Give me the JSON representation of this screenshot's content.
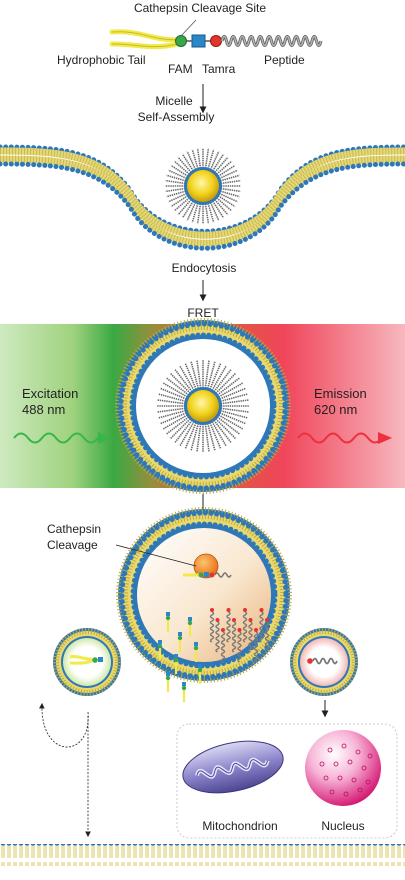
{
  "labels": {
    "cleavage_site": "Cathepsin Cleavage Site",
    "hydrophobic_tail": "Hydrophobic Tail",
    "fam": "FAM",
    "tamra": "Tamra",
    "peptide": "Peptide",
    "micelle_line1": "Micelle",
    "micelle_line2": "Self-Assembly",
    "endocytosis": "Endocytosis",
    "fret": "FRET",
    "excitation_line1": "Excitation",
    "excitation_line2": "488 nm",
    "emission_line1": "Emission",
    "emission_line2": "620 nm",
    "cathepsin_line1": "Cathepsin",
    "cathepsin_line2": "Cleavage",
    "mitochondrion": "Mitochondrion",
    "nucleus": "Nucleus"
  },
  "colors": {
    "tail_yellow": "#f2e94a",
    "fam_green": "#3aa64a",
    "tamra_red": "#e4342b",
    "linker_blue": "#2a87c8",
    "peptide_gray": "#8c8c8c",
    "head_blue": "#2f78b8",
    "lipid_tail": "#e8dc7a",
    "core_yellow": "#f3d51f",
    "excitation_green": "#39b54a",
    "emission_red": "#ee2f3c",
    "enzyme_orange": "#f28a1e",
    "mito_purple": "#8c86c8",
    "nucleus_pink": "#e7168b"
  }
}
